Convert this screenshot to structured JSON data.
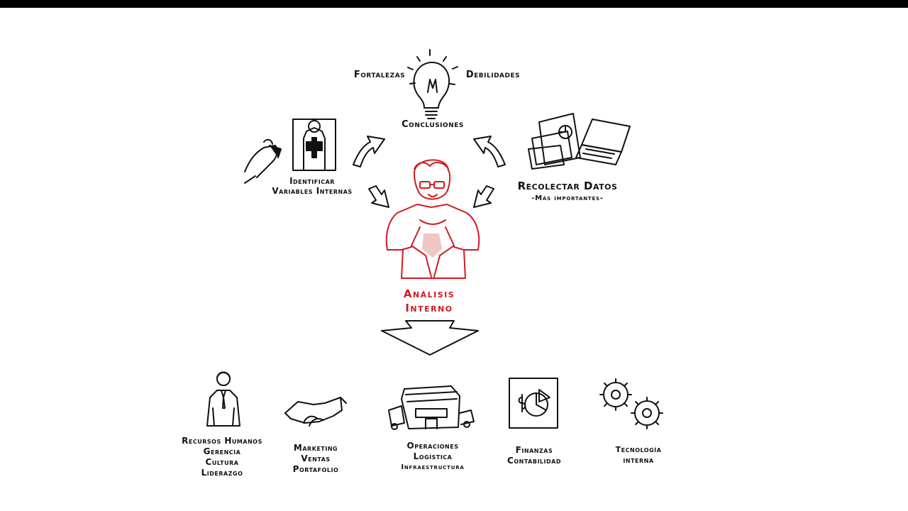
{
  "colors": {
    "ink": "#111111",
    "accent": "#d01a22",
    "bar": "#000000"
  },
  "top": {
    "strengths": "Fortalezas",
    "weaknesses": "Debilidades",
    "conclusions": "Conclusiones"
  },
  "left": {
    "line1": "Identificar",
    "line2": "Variables Internas"
  },
  "right": {
    "line1": "Recolectar Datos",
    "line2": "-Más importantes-"
  },
  "center": {
    "line1": "Análisis",
    "line2": "Interno"
  },
  "icons": {
    "top": "lightbulb-icon",
    "left": "puzzle-hand-icon",
    "right": "documents-laptop-icon",
    "center": "superhero-analyst-icon"
  },
  "categories": [
    {
      "icon": "businessman-icon",
      "lines": [
        "Recursos Humanos",
        "Gerencia",
        "Cultura",
        "Liderazgo"
      ]
    },
    {
      "icon": "handshake-icon",
      "lines": [
        "Marketing",
        "Ventas",
        "Portafolio"
      ]
    },
    {
      "icon": "factory-icon",
      "lines": [
        "Operaciones",
        "Logística",
        "Infraestructura"
      ]
    },
    {
      "icon": "finance-chart-icon",
      "lines": [
        "Finanzas",
        "Contabilidad"
      ]
    },
    {
      "icon": "gears-icon",
      "lines": [
        "Tecnología",
        "interna"
      ]
    }
  ]
}
